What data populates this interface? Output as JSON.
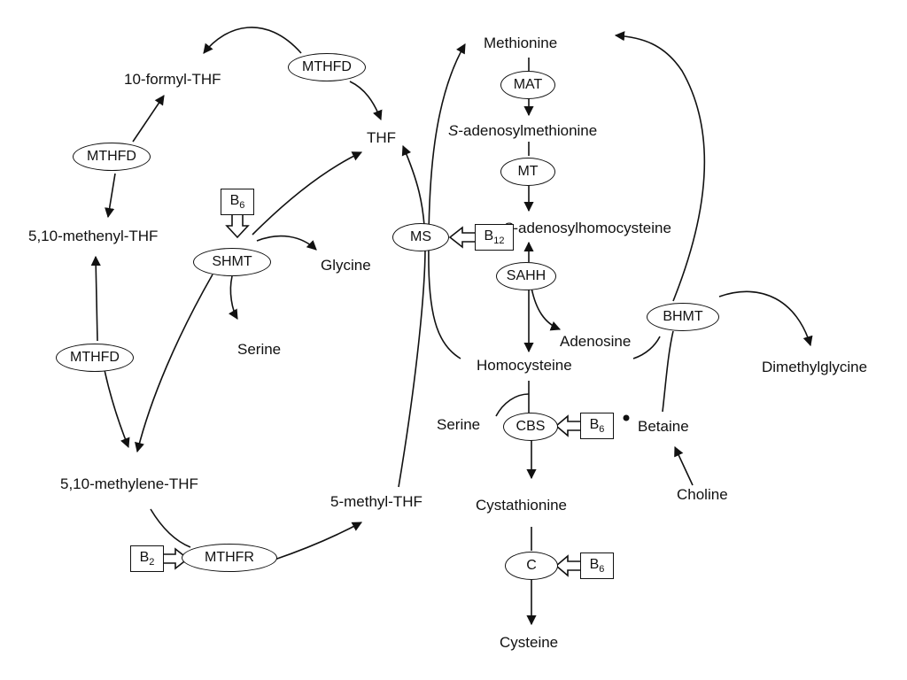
{
  "compounds": {
    "formyl_thf": "10-formyl-THF",
    "thf": "THF",
    "methenyl_thf": "5,10-methenyl-THF",
    "glycine": "Glycine",
    "serine_shmt": "Serine",
    "methylene_thf": "5,10-methylene-THF",
    "methyl_thf": "5-methyl-THF",
    "methionine": "Methionine",
    "sam_prefix": "S",
    "sam_rest": "-adenosylmethionine",
    "sah_prefix": "S",
    "sah_rest": "-adenosylhomocysteine",
    "adenosine": "Adenosine",
    "homocysteine": "Homocysteine",
    "dimethylglycine": "Dimethylglycine",
    "serine_cbs": "Serine",
    "betaine": "Betaine",
    "choline": "Choline",
    "cystathionine": "Cystathionine",
    "cysteine": "Cysteine"
  },
  "enzymes": {
    "mthfd_top": "MTHFD",
    "mthfd_mid": "MTHFD",
    "mthfd_low": "MTHFD",
    "shmt": "SHMT",
    "mthfr": "MTHFR",
    "ms": "MS",
    "mat": "MAT",
    "mt": "MT",
    "sahh": "SAHH",
    "bhmt": "BHMT",
    "cbs": "CBS",
    "c": "C"
  },
  "cofactors": {
    "b6_shmt": {
      "base": "B",
      "sub": "6"
    },
    "b12_ms": {
      "base": "B",
      "sub": "12"
    },
    "b6_cbs": {
      "base": "B",
      "sub": "6"
    },
    "b2_mthfr": {
      "base": "B",
      "sub": "2"
    },
    "b6_c": {
      "base": "B",
      "sub": "6"
    }
  }
}
